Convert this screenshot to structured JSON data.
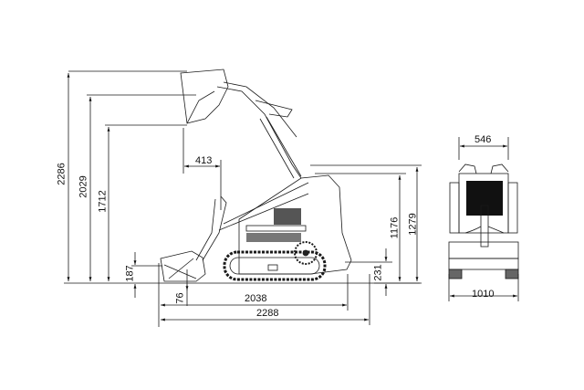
{
  "drawing": {
    "title": "Mini skid steer track loader dimensional drawing",
    "views": [
      "side-view",
      "front-view"
    ],
    "line_color": "#1a1a1a",
    "background": "#ffffff"
  },
  "side_view": {
    "dimensions": {
      "max_height_bucket_raised": "2286",
      "hinge_pin_height": "2029",
      "dump_height": "1712",
      "dump_reach": "413",
      "bucket_low_height": "187",
      "dig_depth": "76",
      "length_without_bucket": "2038",
      "overall_length": "2288",
      "ground_clearance": "231",
      "machine_height": "1176",
      "overall_machine_height": "1279"
    }
  },
  "front_view": {
    "dimensions": {
      "top_width": "546",
      "overall_width": "1010"
    }
  }
}
